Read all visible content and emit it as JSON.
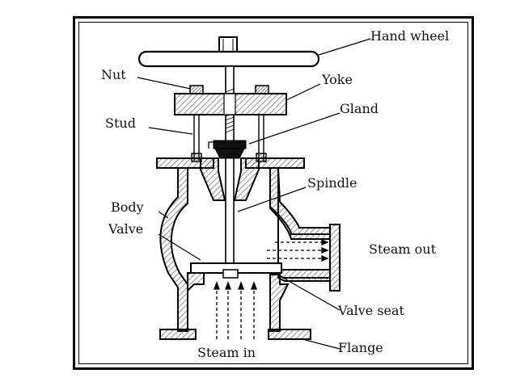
{
  "diagram": {
    "labels": {
      "hand_wheel": "Hand wheel",
      "nut": "Nut",
      "yoke": "Yoke",
      "gland": "Gland",
      "stud": "Stud",
      "spindle": "Spindle",
      "body": "Body",
      "valve": "Valve",
      "steam_out": "Steam out",
      "valve_seat": "Valve seat",
      "flange": "Flange",
      "steam_in": "Steam in"
    },
    "colors": {
      "stroke": "#000000",
      "hatch": "#444444",
      "background": "#ffffff"
    }
  }
}
